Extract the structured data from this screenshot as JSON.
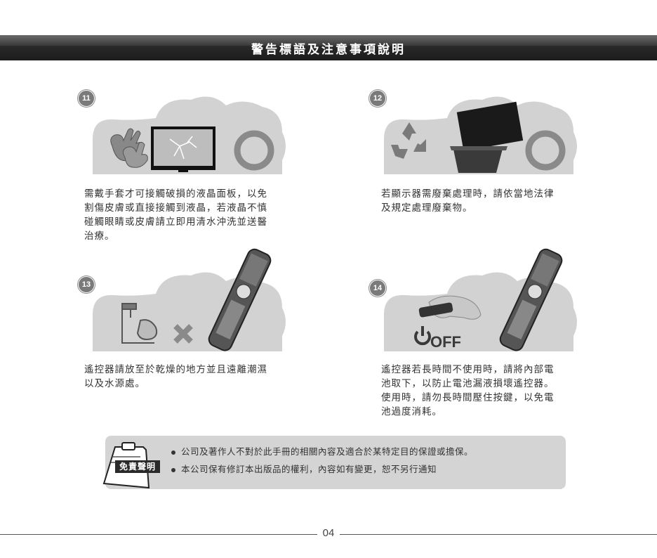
{
  "header": {
    "title": "警告標語及注意事項說明"
  },
  "panels": [
    {
      "number": "11",
      "text": [
        "需戴手套才可接觸破損的液晶面板，以免",
        "割傷皮膚或直接接觸到液晶，若液晶不慎",
        "碰觸眼睛或皮膚請立即用清水沖洗並送醫",
        "治療。"
      ]
    },
    {
      "number": "12",
      "text": [
        "若顯示器需廢棄處理時，請依當地法律",
        "及規定處理廢棄物。"
      ]
    },
    {
      "number": "13",
      "text": [
        "遙控器請放至於乾燥的地方並且遠離潮濕",
        "以及水源處。"
      ]
    },
    {
      "number": "14",
      "text": [
        "遙控器若長時間不使用時，請將內部電",
        "池取下，以防止電池漏液損壞遙控器。",
        "使用時，請勿長時間壓住按鍵，以免電",
        "池過度消耗。"
      ],
      "off_label": "OFF"
    }
  ],
  "disclaimer": {
    "label": "免責聲明",
    "items": [
      "公司及著作人不對於此手冊的相關內容及適合於某特定目的保證或擔保。",
      "本公司保有修訂本出版品的權利，內容如有變更，恕不另行通知"
    ]
  },
  "footer": {
    "page_number": "04"
  }
}
